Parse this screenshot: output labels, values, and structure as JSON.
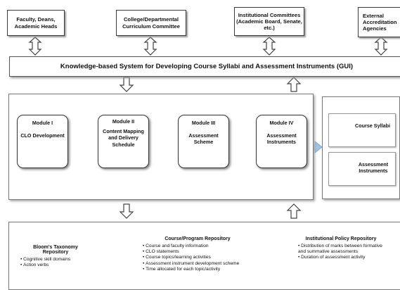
{
  "stakeholders": [
    {
      "label": "Faculty, Deans, Academic Heads"
    },
    {
      "label": "College/Departmental Curriculum Committee"
    },
    {
      "label": "Institutional Committees (Academic Board, Senate, etc.)"
    },
    {
      "label": "External Accreditation Agencies"
    }
  ],
  "gui": {
    "label": "Knowledge-based System for Developing Course Syllabi and Assessment Instruments (GUI)"
  },
  "modules": [
    {
      "title": "Module I",
      "body": "CLO Development"
    },
    {
      "title": "Module II",
      "body": "Content Mapping and Delivery Schedule"
    },
    {
      "title": "Module III",
      "body": "Assessment Scheme"
    },
    {
      "title": "Module IV",
      "body": "Assessment Instruments"
    }
  ],
  "outputs": [
    {
      "label": "Course Syllabi"
    },
    {
      "label": "Assessment Instruments"
    }
  ],
  "repositories": [
    {
      "title": "Bloom's Taxonomy Repository",
      "items": [
        "Cognitive skill domains",
        "Action verbs"
      ]
    },
    {
      "title": "Course/Program Repository",
      "items": [
        "Course and faculty information",
        "CLO statements",
        "Course topics/learning activities",
        "Assessment instrument development scheme",
        "Time allocated for each topic/activity"
      ]
    },
    {
      "title": "Institutional Policy Repository",
      "items": [
        "Distribution of marks  between formative and summative assessments",
        "Duration of assessment activity"
      ]
    }
  ],
  "colors": {
    "arrow": "#9fc2e7",
    "arrow_stroke": "#6f9bcc",
    "repository_fill": "#e9c760",
    "document_fill": "#d6e9a6"
  }
}
